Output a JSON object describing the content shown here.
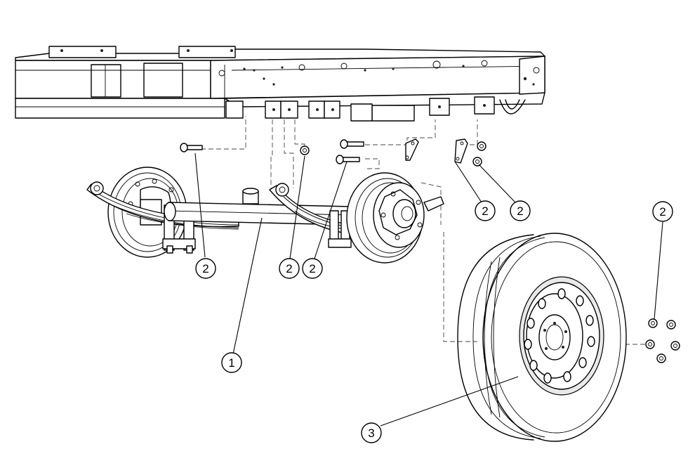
{
  "callouts": [
    {
      "id": "c1",
      "label": "1"
    },
    {
      "id": "c2a",
      "label": "2"
    },
    {
      "id": "c2b",
      "label": "2"
    },
    {
      "id": "c2c",
      "label": "2"
    },
    {
      "id": "c2d",
      "label": "2"
    },
    {
      "id": "c2e",
      "label": "2"
    },
    {
      "id": "c2f",
      "label": "2"
    },
    {
      "id": "c3",
      "label": "3"
    }
  ],
  "parts": {
    "frame": "trailer-frame",
    "axle": "axle-assembly",
    "hardware": "fastener-hardware",
    "wheel": "wheel-and-tire"
  }
}
